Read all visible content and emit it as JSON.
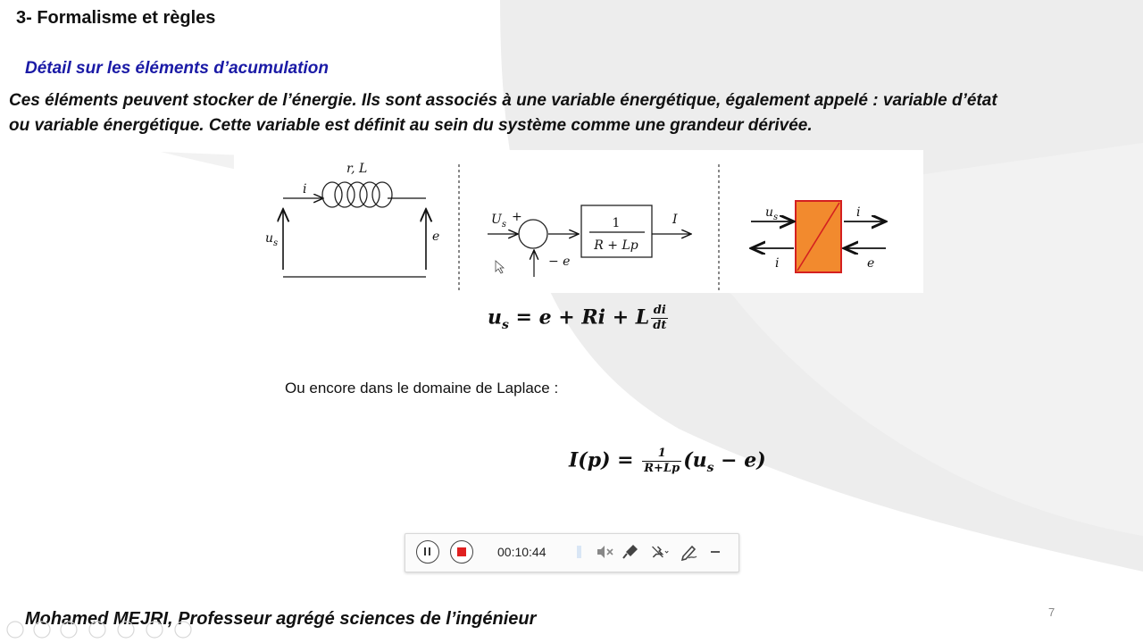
{
  "slide": {
    "section_title": "3- Formalisme et règles",
    "subtitle": "Détail sur les éléments d’acumulation",
    "paragraph_line1": "Ces éléments peuvent stocker de l’énergie. Ils sont associés à une variable énergétique, également appelé : variable d’état",
    "paragraph_line2": "ou variable énergétique. Cette variable est définit au sein du système comme une grandeur dérivée.",
    "laplace_text": "Ou encore dans le domaine de Laplace :",
    "footer": "Mohamed MEJRI, Professeur agrégé sciences de l’ingénieur",
    "page_number": "7"
  },
  "diagram": {
    "circuit": {
      "component_label": "r, L",
      "current_label": "i",
      "left_voltage": "u",
      "left_voltage_sub": "s",
      "right_voltage": "e"
    },
    "block": {
      "input_label": "U",
      "input_sub": "s",
      "plus_sign": "+",
      "minus_label": "− e",
      "tf_num": "1",
      "tf_den": "R + Lp",
      "output_label": "I"
    },
    "bond": {
      "left_top": "u",
      "left_top_sub": "s",
      "right_top": "i",
      "left_bottom": "i",
      "right_bottom": "e"
    }
  },
  "equations": {
    "eq1_lhs": "u",
    "eq1_lhs_sub": "s",
    "eq1_rhs": " = e + Ri + L",
    "eq1_frac_num": "di",
    "eq1_frac_den": "dt",
    "eq2_lhs": "I(p) = ",
    "eq2_frac_num": "1",
    "eq2_frac_den": "R+Lp",
    "eq2_rhs_open": "(u",
    "eq2_rhs_sub": "s",
    "eq2_rhs_close": " − e)"
  },
  "recorder": {
    "timer": "00:10:44",
    "icons": [
      "pause-icon",
      "stop-icon",
      "speaker-muted-icon",
      "microphone-icon",
      "camera-off-icon",
      "pen-icon",
      "minimize-icon"
    ]
  },
  "colors": {
    "subtitle": "#1a1aa6",
    "block_fill": "#f28a2e",
    "block_border": "#d42020",
    "stop": "#e02020"
  }
}
